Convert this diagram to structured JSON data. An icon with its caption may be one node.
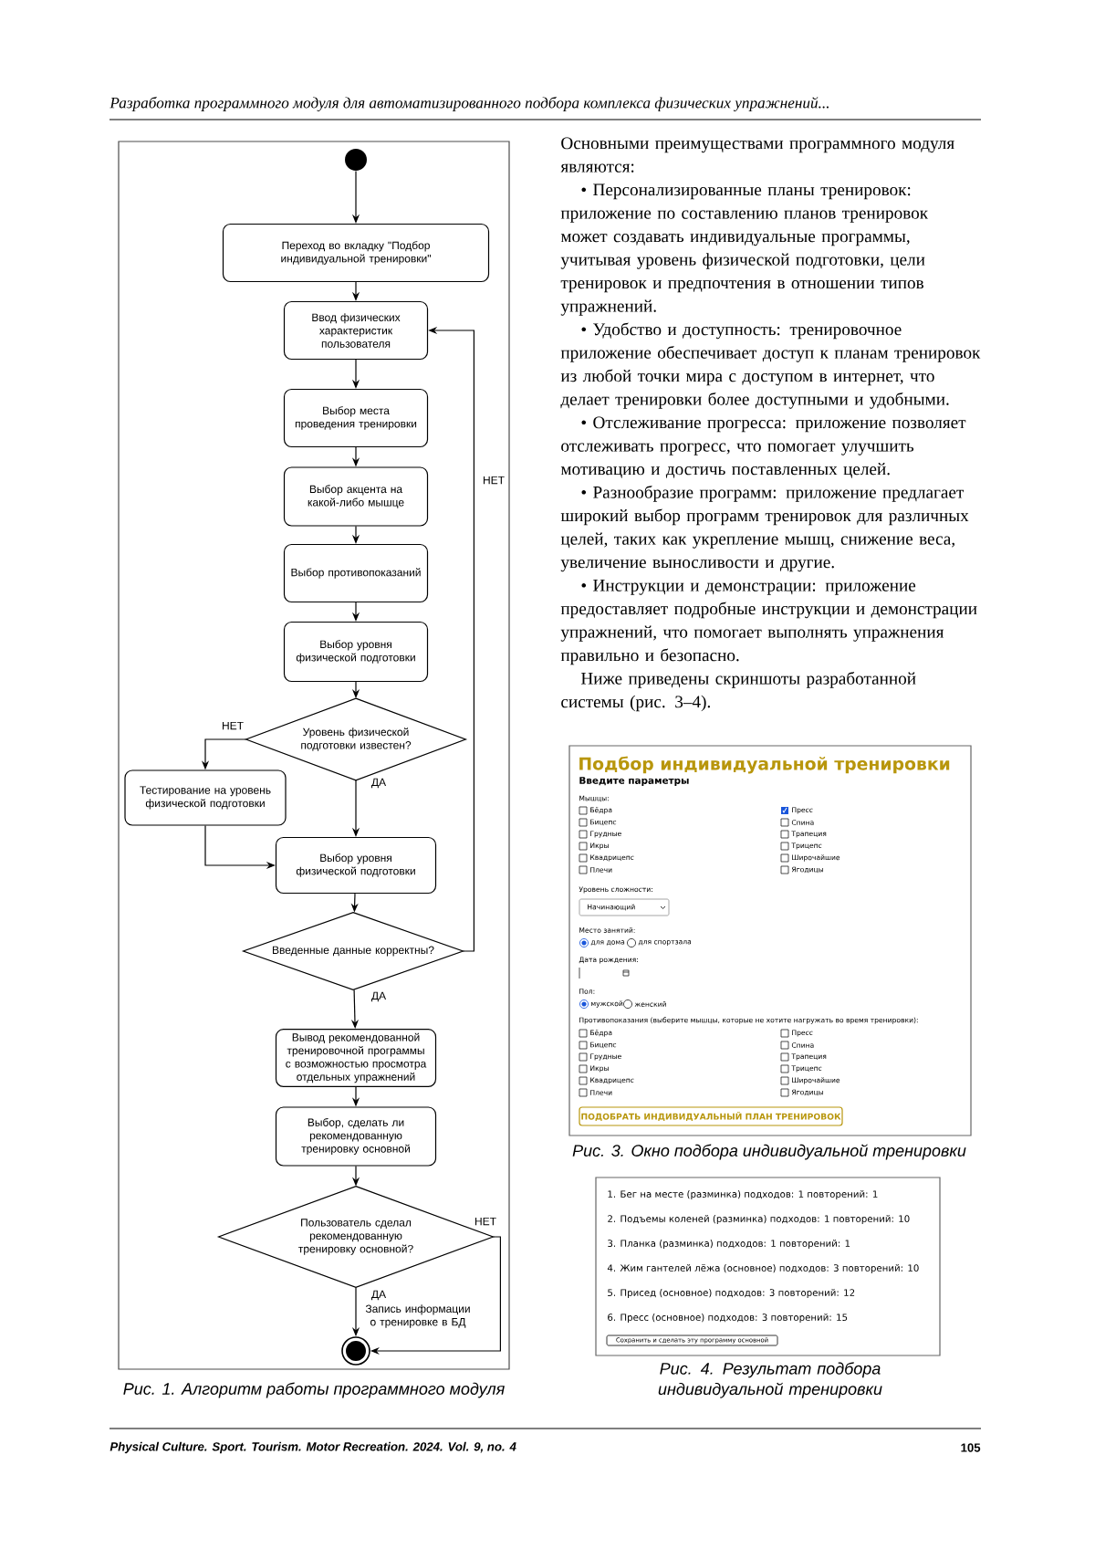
{
  "diagram": {
    "nodes": [
      {
        "text": [],
        "shape": "circle"
      },
      {
        "text": [
          "Переход во вкладку \"Подбор индивидуальной тренировки\""
        ]
      },
      {
        "text": [
          "Ввод физических характеристик пользователя"
        ]
      },
      {
        "text": [
          "Выбор места проведения тренировки"
        ]
      },
      {
        "text": [
          "Выбор акцента на какой-либо мышце"
        ]
      },
      {
        "text": [
          "Выбор противопоказаний"
        ]
      },
      {
        "text": [
          "Выбор уровня физической подготовки"
        ]
      },
      {
        "text": [
          "Уровень физической подготовки известен?"
        ]
      },
      {
        "text": [
          "Тестирование на уровень физической подготовки"
        ]
      },
      {
        "text": [
          "Выбор уровня физической подготовки"
        ]
      },
      {
        "text": [
          "Введенные данные корректны?"
        ]
      },
      {
        "text": [
          "Вывод рекомендованной тренировочной программы с возможностью просмотра отдельных упражнений"
        ]
      },
      {
        "text": [
          "Выбор, сделать ли рекомендованную тренировку основной"
        ]
      },
      {
        "text": [
          "Пользователь сделал рекомендованную тренировку основной?"
        ]
      },
      {
        "text": [],
        "shape": "circle"
      }
    ],
    "edges": [
      {
        "from": 0,
        "to": 1,
        "arrow": "to"
      },
      {
        "from": 1,
        "to": 2,
        "arrow": "to"
      },
      {
        "from": 2,
        "to": 3,
        "arrow": "to"
      },
      {
        "from": 3,
        "to": 4,
        "arrow": "to"
      },
      {
        "from": 4,
        "to": 5,
        "arrow": "to"
      },
      {
        "from": 5,
        "to": 6,
        "arrow": "to"
      },
      {
        "from": 6,
        "to": 7,
        "arrow": "to"
      },
      {
        "from": 7,
        "to": 8,
        "arrow": "to",
        "label": "НЕТ"
      },
      {
        "from": 7,
        "to": 9,
        "arrow": "to",
        "label": "ДА"
      },
      {
        "from": 8,
        "to": 9,
        "arrow": "to"
      },
      {
        "from": 9,
        "to": 10,
        "arrow": "to"
      },
      {
        "from": 10,
        "to": 2,
        "arrow": "to",
        "label": "НЕТ"
      },
      {
        "from": 10,
        "to": 11,
        "arrow": "to",
        "label": "ДА"
      },
      {
        "from": 11,
        "to": 12,
        "arrow": "to"
      },
      {
        "from": 12,
        "to": 13,
        "arrow": "to"
      },
      {
        "from": 13,
        "to": 14,
        "arrow": "to",
        "label": "ДА"
      },
      {
        "from": 13,
        "to": 14,
        "arrow": "to",
        "label": "НЕТ"
      }
    ],
    "labels": [
      "Разработка программного модуля для автоматизированного подбора комплекса физических упражнений...",
      "Запись информации о тренировке в БД",
      "Рис. 1. Алгоритм работы программного модуля",
      "Основными преимуществами программного модуля являются:",
      "• Персонализированные планы тренировок: приложение по составлению планов тренировок может создавать индивидуальные программы, учитывая уровень физической подготовки, цели тренировок и предпочтения в отношении типов упражнений.",
      "• Удобство и доступность: тренировочное приложение обеспечивает доступ к планам тренировок из любой точки мира с доступом в интернет, что делает тренировки более доступными и удобными.",
      "• Отслеживание прогресса: приложение позволяет отслеживать прогресс, что помогает улучшить мотивацию и достичь поставленных целей.",
      "• Разнообразие программ: приложение предлагает широкий выбор программ тренировок для различных целей, таких как укрепление мышц, снижение веса, увеличение выносливости и другие.",
      "• Инструкции и демонстрации: приложение предоставляет подробные инструкции и демонстрации упражнений, что помогает выполнять упражнения правильно и безопасно.",
      "Ниже приведены скриншоты разработанной системы (рис. 3–4).",
      "Подбор индивидуальной тренировки",
      "Введите параметры",
      "Мышцы:",
      "Бёдра",
      "Пресс",
      "Бицепс",
      "Спина",
      "Грудные",
      "Трапеция",
      "Икры",
      "Трицепс",
      "Квадрицепс",
      "Широчайшие",
      "Плечи",
      "Ягодицы",
      "Уровень сложности:",
      "Начинающий",
      "Место занятий:",
      "для дома",
      "для спортзала",
      "Дата рождения:",
      "Пол:",
      "мужской",
      "женский",
      "Противопоказания (выберите мышцы, которые не хотите нагружать во время тренировки):",
      "Бёдра",
      "Пресс",
      "Бицепс",
      "Спина",
      "Грудные",
      "Трапеция",
      "Икры",
      "Трицепс",
      "Квадрицепс",
      "Широчайшие",
      "Плечи",
      "Ягодицы",
      "ПОДОБРАТЬ ИНДИВИДУАЛЬНЫЙ ПЛАН ТРЕНИРОВОК",
      "Рис. 3. Окно подбора индивидуальной тренировки",
      "1. Бег на месте (разминка) подходов: 1 повторений: 1",
      "2. Подъемы коленей (разминка) подходов: 1 повторений: 10",
      "3. Планка (разминка) подходов: 1 повторений: 1",
      "4. Жим гантелей лёжа (основное) подходов: 3 повторений: 10",
      "5. Присед (основное) подходов: 3 повторений: 12",
      "6. Пресс (основное) подходов: 3 повторений: 15",
      "Сохранить и сделать эту программу основной",
      "Рис. 4. Результат подбора индивидуальной тренировки",
      "Physical Culture. Sport. Tourism. Motor Recreation. 2024. Vol. 9, no. 4",
      "105"
    ]
  }
}
